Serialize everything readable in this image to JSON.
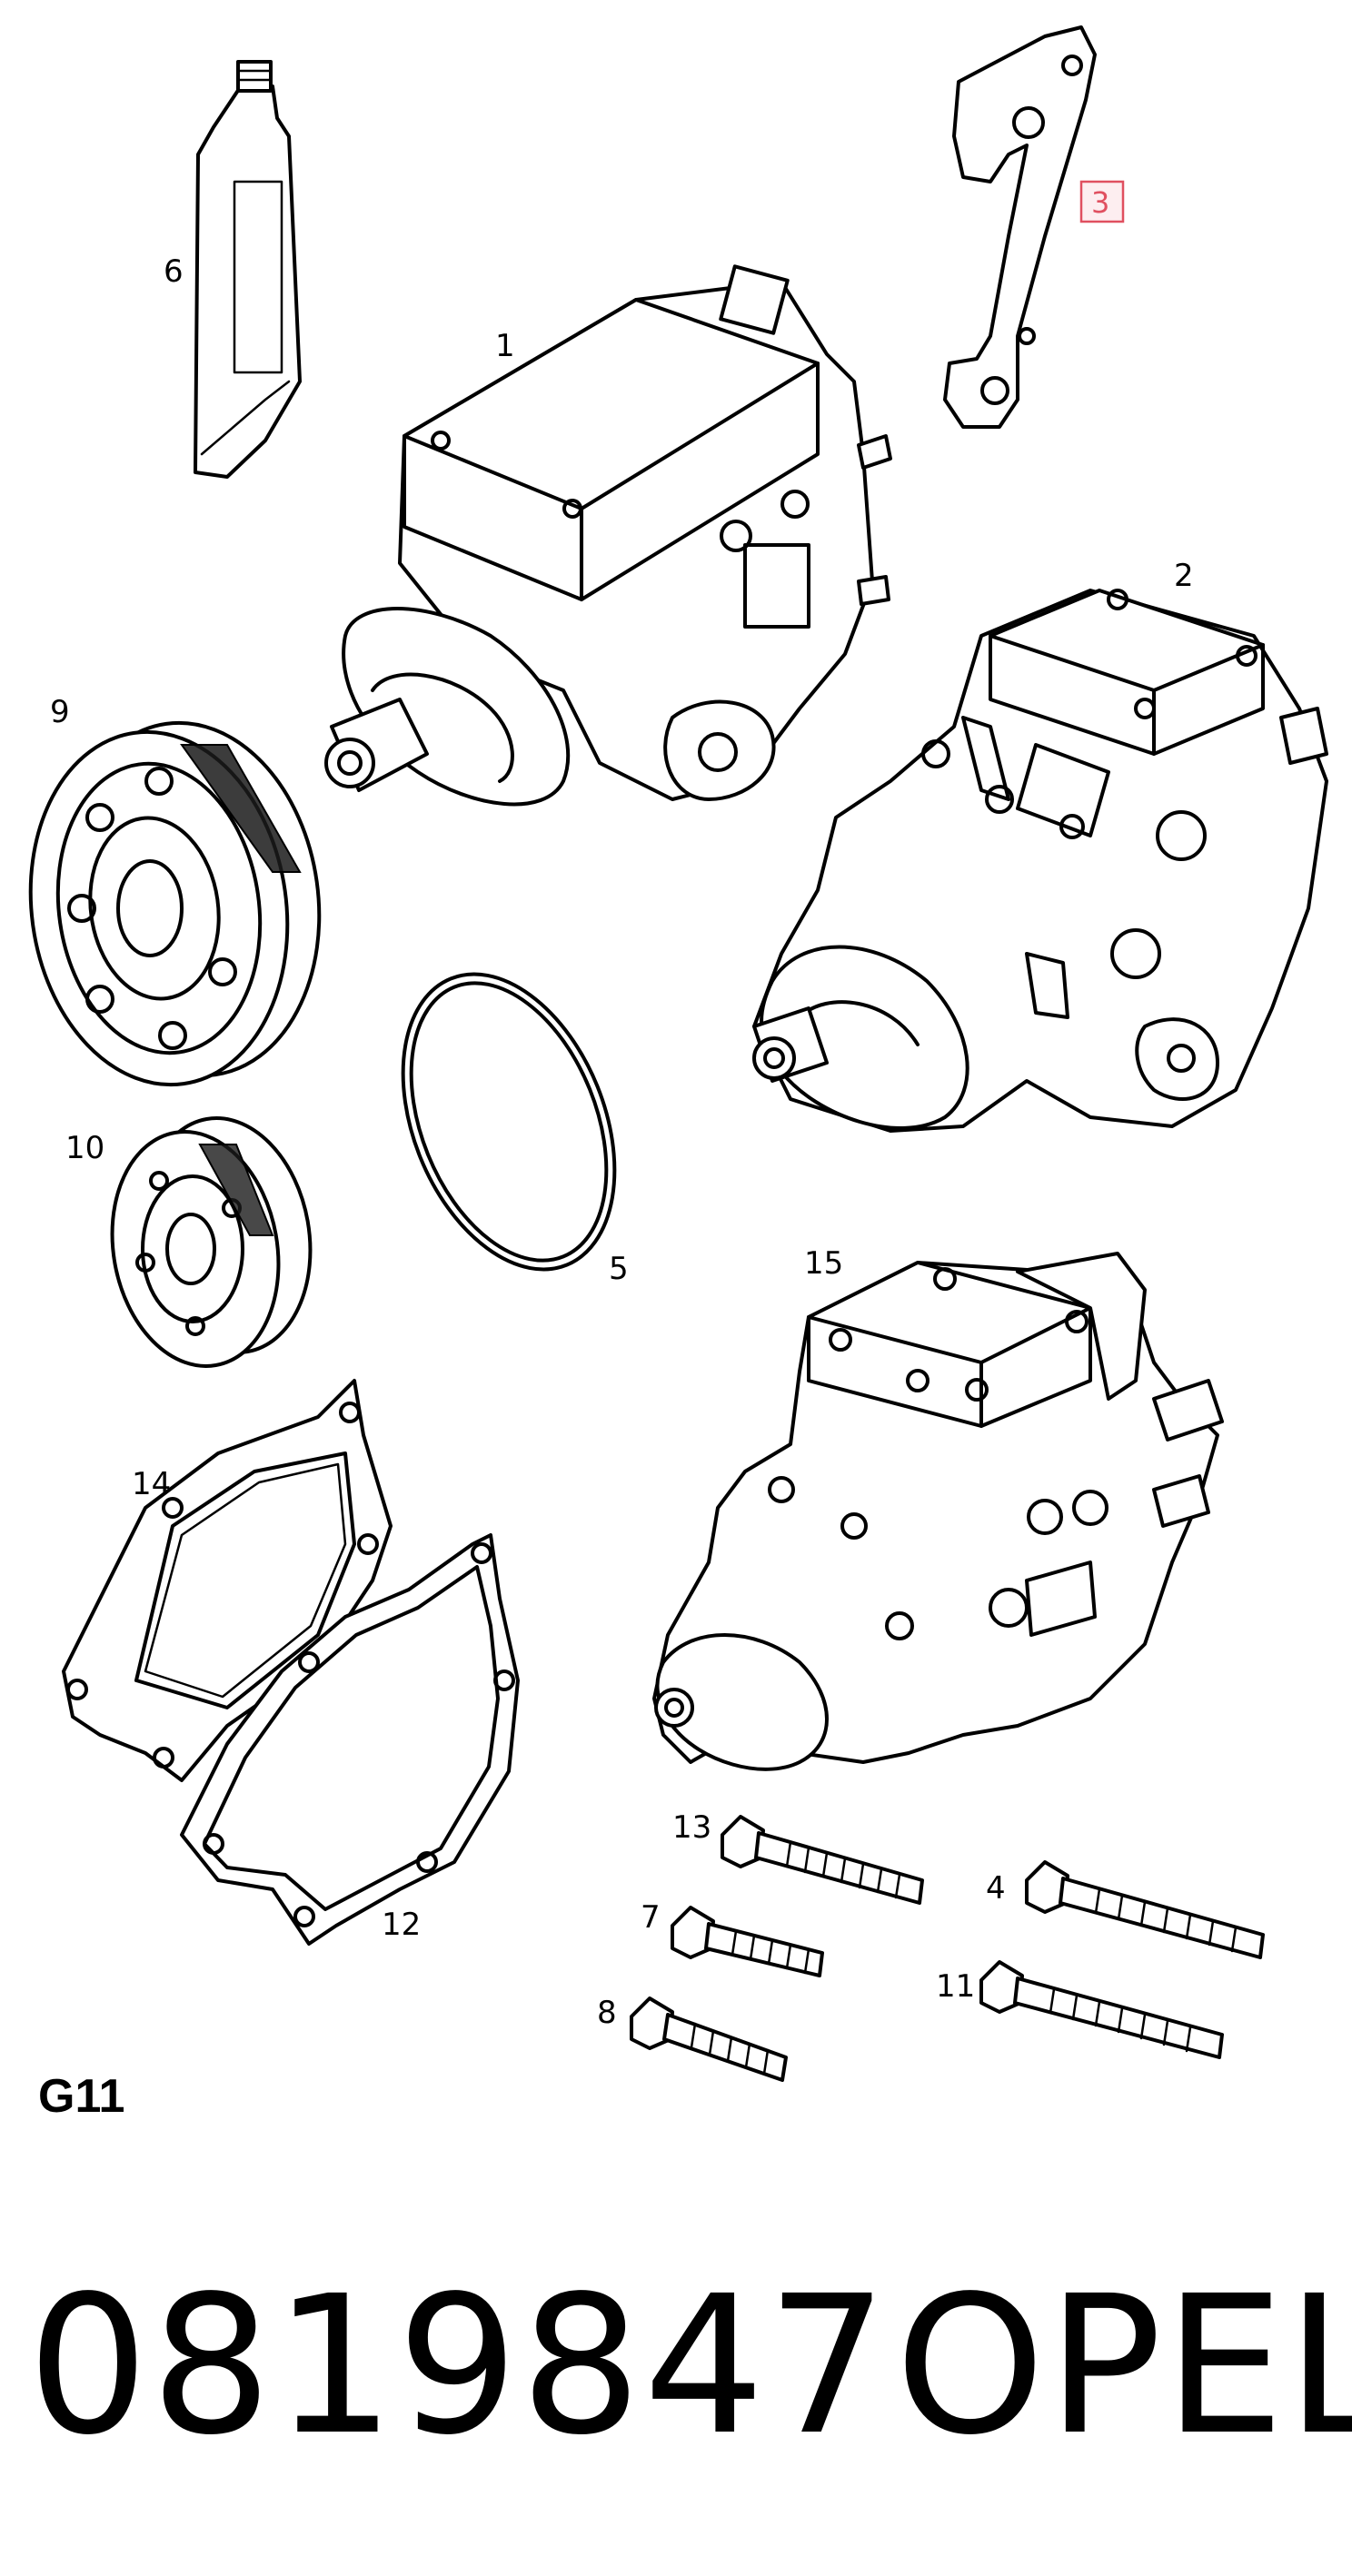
{
  "callouts": {
    "c1": "1",
    "c2": "2",
    "c3": "3",
    "c4": "4",
    "c5": "5",
    "c6": "6",
    "c7": "7",
    "c8": "8",
    "c9": "9",
    "c10": "10",
    "c11": "11",
    "c12": "12",
    "c13": "13",
    "c14": "14",
    "c15": "15"
  },
  "group_code": "G11",
  "part_number": "0819847",
  "brand": "OPEL",
  "colors": {
    "highlight_box": "#e05060",
    "line": "#000000"
  }
}
